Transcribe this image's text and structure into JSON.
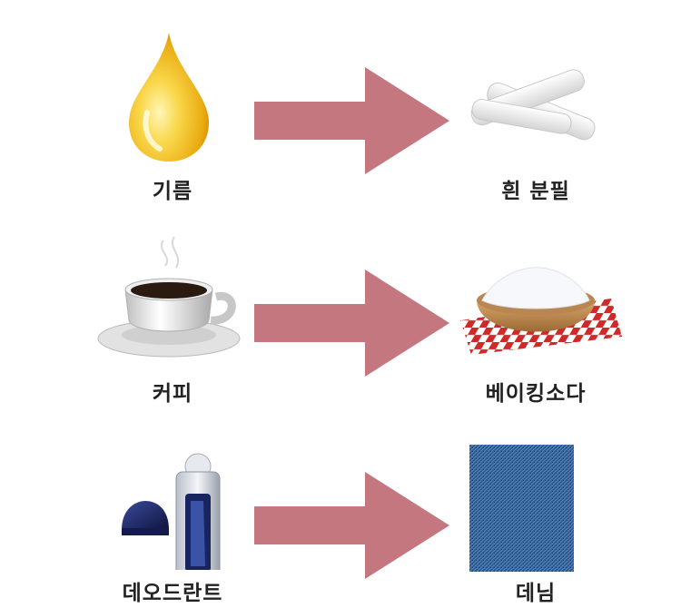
{
  "colors": {
    "arrow": "#c4777f",
    "oil": "#f4c21f",
    "denim": "#2c5c92",
    "cloth_red": "#cf2a2a",
    "deodorant_cap": "#1a2560"
  },
  "rows": [
    {
      "source": {
        "label": "기름",
        "icon": "oil-drop-icon"
      },
      "arrow_icon": "right-arrow-icon",
      "result": {
        "label": "흰 분필",
        "icon": "white-chalk-icon"
      }
    },
    {
      "source": {
        "label": "커피",
        "icon": "coffee-cup-icon"
      },
      "arrow_icon": "right-arrow-icon",
      "result": {
        "label": "베이킹소다",
        "icon": "baking-soda-bowl-icon"
      }
    },
    {
      "source": {
        "label": "데오드란트",
        "icon": "deodorant-icon"
      },
      "arrow_icon": "right-arrow-icon",
      "result": {
        "label": "데님",
        "icon": "denim-swatch-icon"
      }
    }
  ]
}
